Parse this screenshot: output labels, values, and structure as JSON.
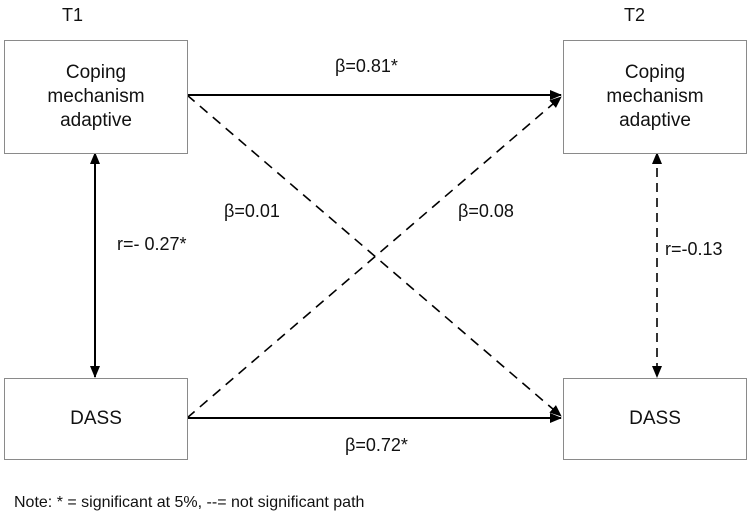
{
  "time_labels": {
    "t1": "T1",
    "t2": "T2"
  },
  "boxes": {
    "t1_coping": "Coping\nmechanism\nadaptive",
    "t1_dass": "DASS",
    "t2_coping": "Coping\nmechanism\nadaptive",
    "t2_dass": "DASS"
  },
  "paths": {
    "coping_to_coping": "β=0.81*",
    "dass_to_dass": "β=0.72*",
    "coping_to_dass": "β=0.01",
    "dass_to_coping": "β=0.08",
    "t1_correlation": "r=- 0.27*",
    "t2_correlation": "r=-0.13"
  },
  "note": "Note: * = significant at 5%, --= not significant path"
}
